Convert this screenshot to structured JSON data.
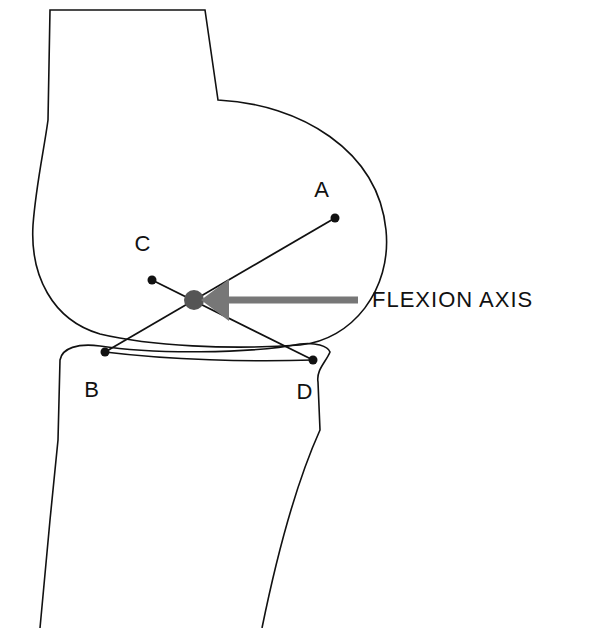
{
  "diagram": {
    "labels": [
      "A",
      "B",
      "C",
      "D",
      "FLEXION AXIS"
    ]
  }
}
